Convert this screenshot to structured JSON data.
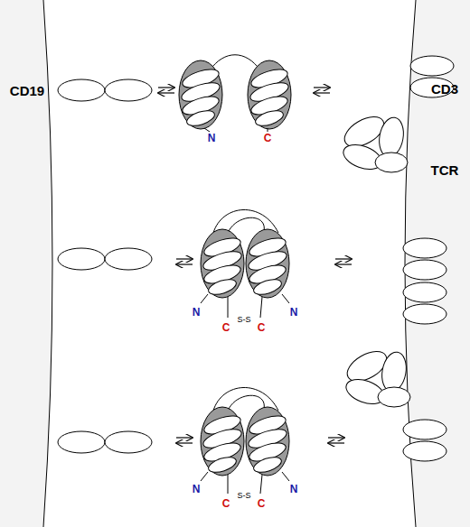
{
  "diagram": {
    "labels": [
      "CD19",
      "CD3",
      "TCR",
      "N",
      "C",
      "N",
      "C",
      "S-S",
      "C",
      "N",
      "N",
      "C",
      "S-S",
      "C",
      "N"
    ]
  }
}
